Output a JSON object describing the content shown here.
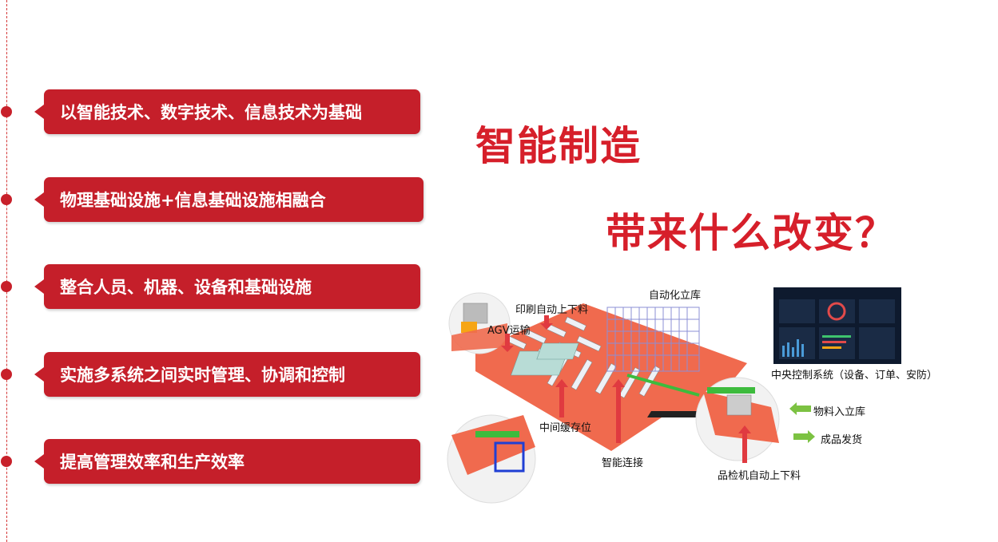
{
  "headings": {
    "line1": "智能制造",
    "line2": "带来什么改变？"
  },
  "items": [
    {
      "label": "以智能技术、数字技术、信息技术为基础"
    },
    {
      "label": "物理基础设施+信息基础设施相融合"
    },
    {
      "label": "整合人员、机器、设备和基础设施"
    },
    {
      "label": "实施多系统之间实时管理、协调和控制"
    },
    {
      "label": "提高管理效率和生产效率"
    }
  ],
  "diagram": {
    "labels": {
      "auto_warehouse": "自动化立库",
      "print_auto_load": "印刷自动上下料",
      "agv": "AGV运输",
      "buffer": "中间缓存位",
      "smart_connect": "智能连接",
      "qc_auto_load": "品检机自动上下料",
      "central_control": "中央控制系统（设备、订单、安防）",
      "material_in": "物料入立库",
      "product_out": "成品发货"
    },
    "colors": {
      "floor": "#f06a4e",
      "arrow_red": "#e03a40",
      "arrow_green": "#7cc242",
      "rack": "#8b8fd6",
      "screen": "#0e1a2e"
    }
  }
}
